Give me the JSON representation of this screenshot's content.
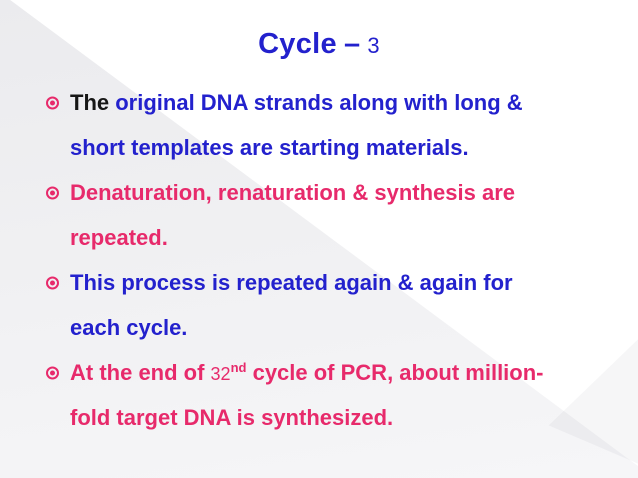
{
  "slide": {
    "title": {
      "word": "Cycle",
      "dash": "–",
      "number": "3"
    },
    "colors": {
      "blue": "#2321CD",
      "pink": "#E72A6B",
      "black": "#161616",
      "bg_gray_top": "#EBEBEE",
      "bg_gray_bottom": "#F6F6F8",
      "title_color": "#2321CD",
      "bullet_marker": "#E72A6B"
    },
    "bullets": [
      {
        "lines": [
          {
            "first": true,
            "segments": [
              {
                "t": "The ",
                "c": "black"
              },
              {
                "t": "original DNA strands along with long &",
                "c": "blue"
              }
            ]
          },
          {
            "first": false,
            "segments": [
              {
                "t": "short templates are starting materials.",
                "c": "blue"
              }
            ]
          }
        ]
      },
      {
        "lines": [
          {
            "first": true,
            "segments": [
              {
                "t": "Denaturation, renaturation & synthesis are",
                "c": "pink"
              }
            ]
          },
          {
            "first": false,
            "segments": [
              {
                "t": "repeated.",
                "c": "pink"
              }
            ]
          }
        ]
      },
      {
        "lines": [
          {
            "first": true,
            "segments": [
              {
                "t": "This process is repeated again & again for",
                "c": "blue"
              }
            ]
          },
          {
            "first": false,
            "segments": [
              {
                "t": "each cycle.",
                "c": "blue"
              }
            ]
          }
        ]
      },
      {
        "lines": [
          {
            "first": true,
            "segments": [
              {
                "t": "At the end of ",
                "c": "pink"
              },
              {
                "t": "32",
                "c": "pink",
                "small": true
              },
              {
                "t": "nd",
                "c": "pink",
                "sup": true
              },
              {
                "t": " cycle of PCR, about million-",
                "c": "pink"
              }
            ]
          },
          {
            "first": false,
            "segments": [
              {
                "t": "fold target DNA is synthesized.",
                "c": "pink"
              }
            ]
          }
        ]
      }
    ]
  }
}
